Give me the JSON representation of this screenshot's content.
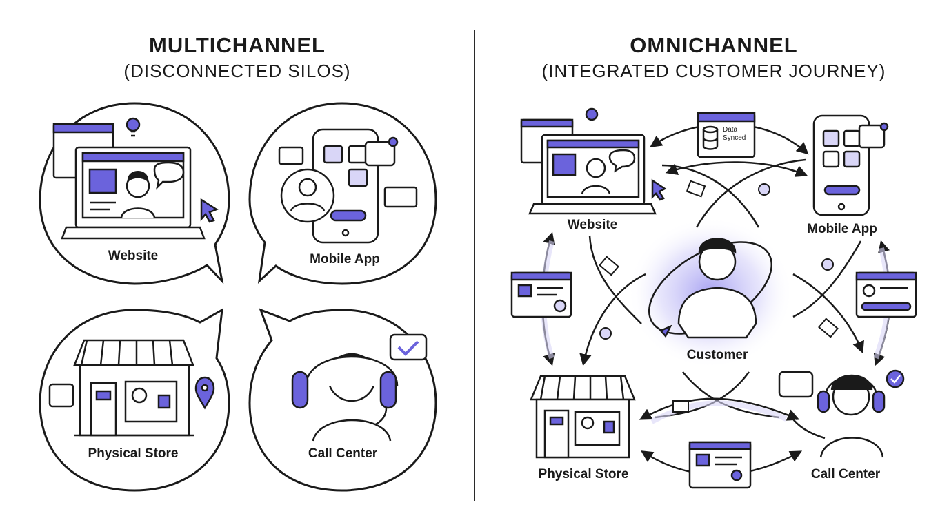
{
  "left": {
    "title": "MULTICHANNEL",
    "subtitle": "(DISCONNECTED SILOS)",
    "channels": [
      "Website",
      "Mobile App",
      "Physical Store",
      "Call Center"
    ]
  },
  "right": {
    "title": "OMNICHANNEL",
    "subtitle": "(INTEGRATED CUSTOMER JOURNEY)",
    "channels": [
      "Website",
      "Mobile App",
      "Physical Store",
      "Call Center"
    ],
    "center": "Customer",
    "sync_badge": [
      "Data",
      "Synced"
    ]
  },
  "colors": {
    "accent": "#6b63dc",
    "accent_light": "#d9d6f7",
    "ink": "#1a1a1a"
  }
}
